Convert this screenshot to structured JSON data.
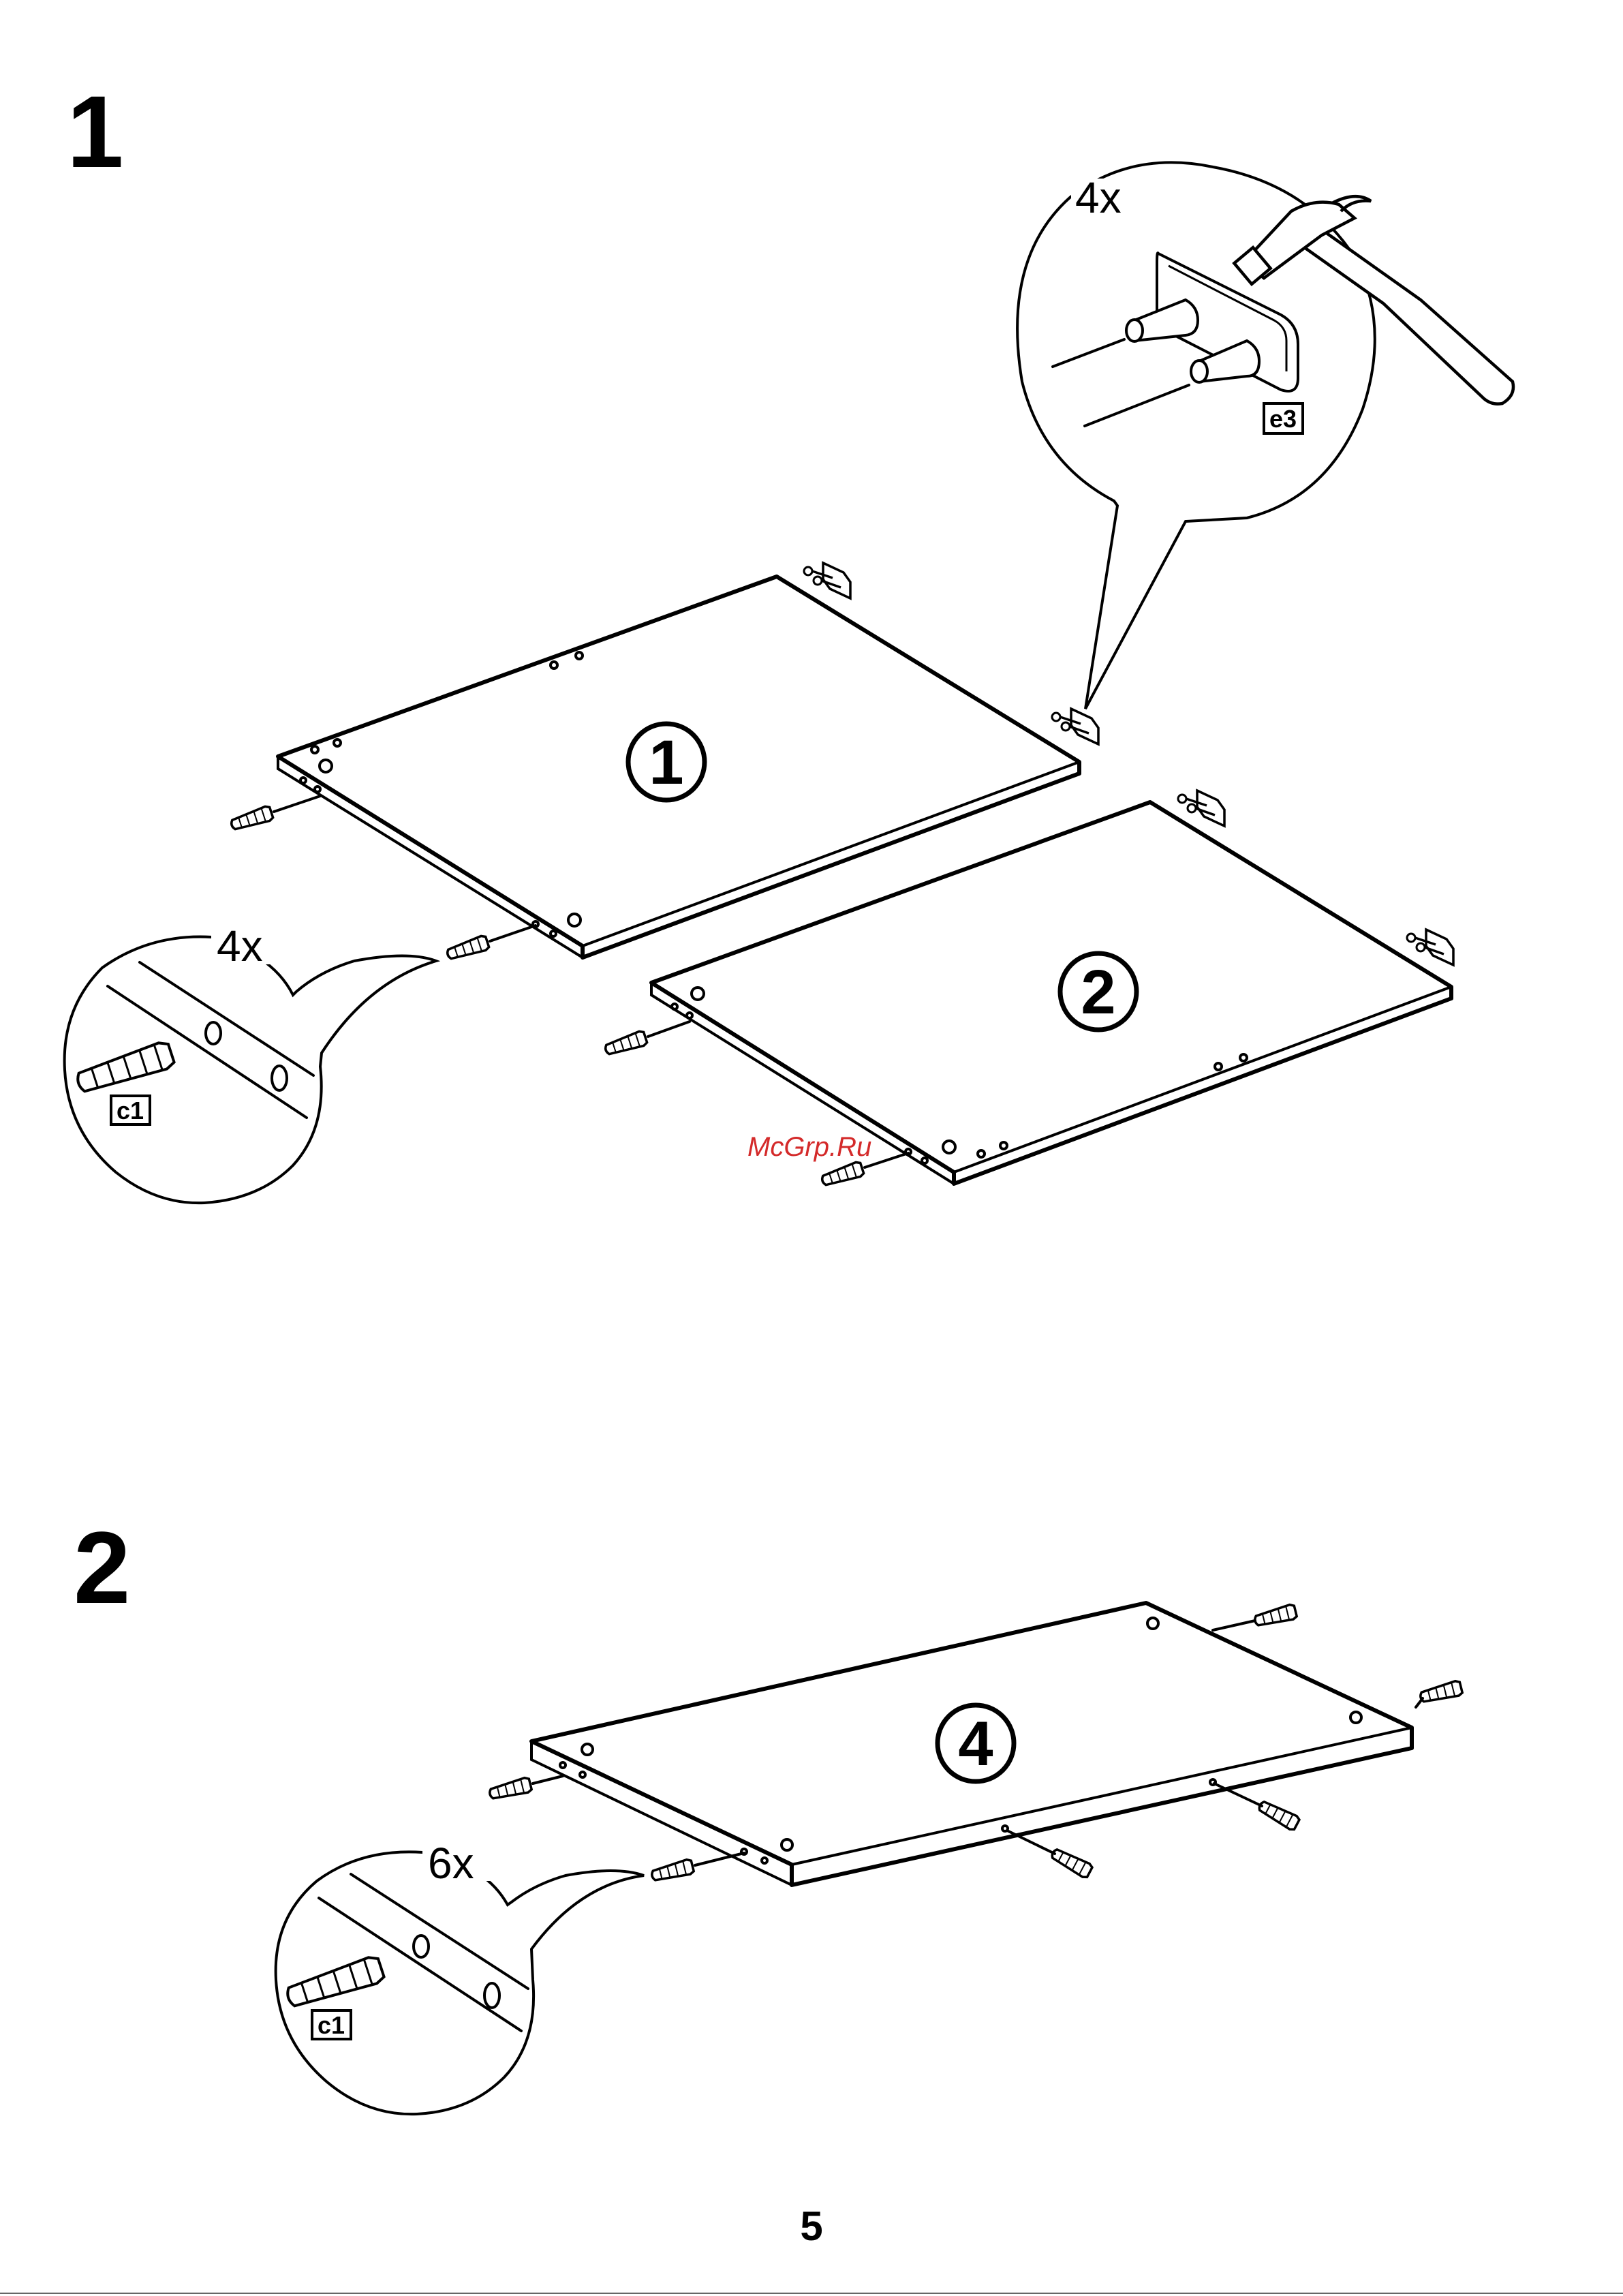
{
  "steps": [
    {
      "number": "1",
      "panels": [
        "1",
        "2"
      ],
      "callouts": [
        {
          "quantity": "4x",
          "part": "e3"
        },
        {
          "quantity": "4x",
          "part": "c1"
        }
      ]
    },
    {
      "number": "2",
      "panels": [
        "4"
      ],
      "callouts": [
        {
          "quantity": "6x",
          "part": "c1"
        }
      ]
    }
  ],
  "watermark": "McGrp.Ru",
  "page_number": "5",
  "icons": [
    "hammer-icon",
    "dowel-icon",
    "hinge-plate-icon"
  ]
}
